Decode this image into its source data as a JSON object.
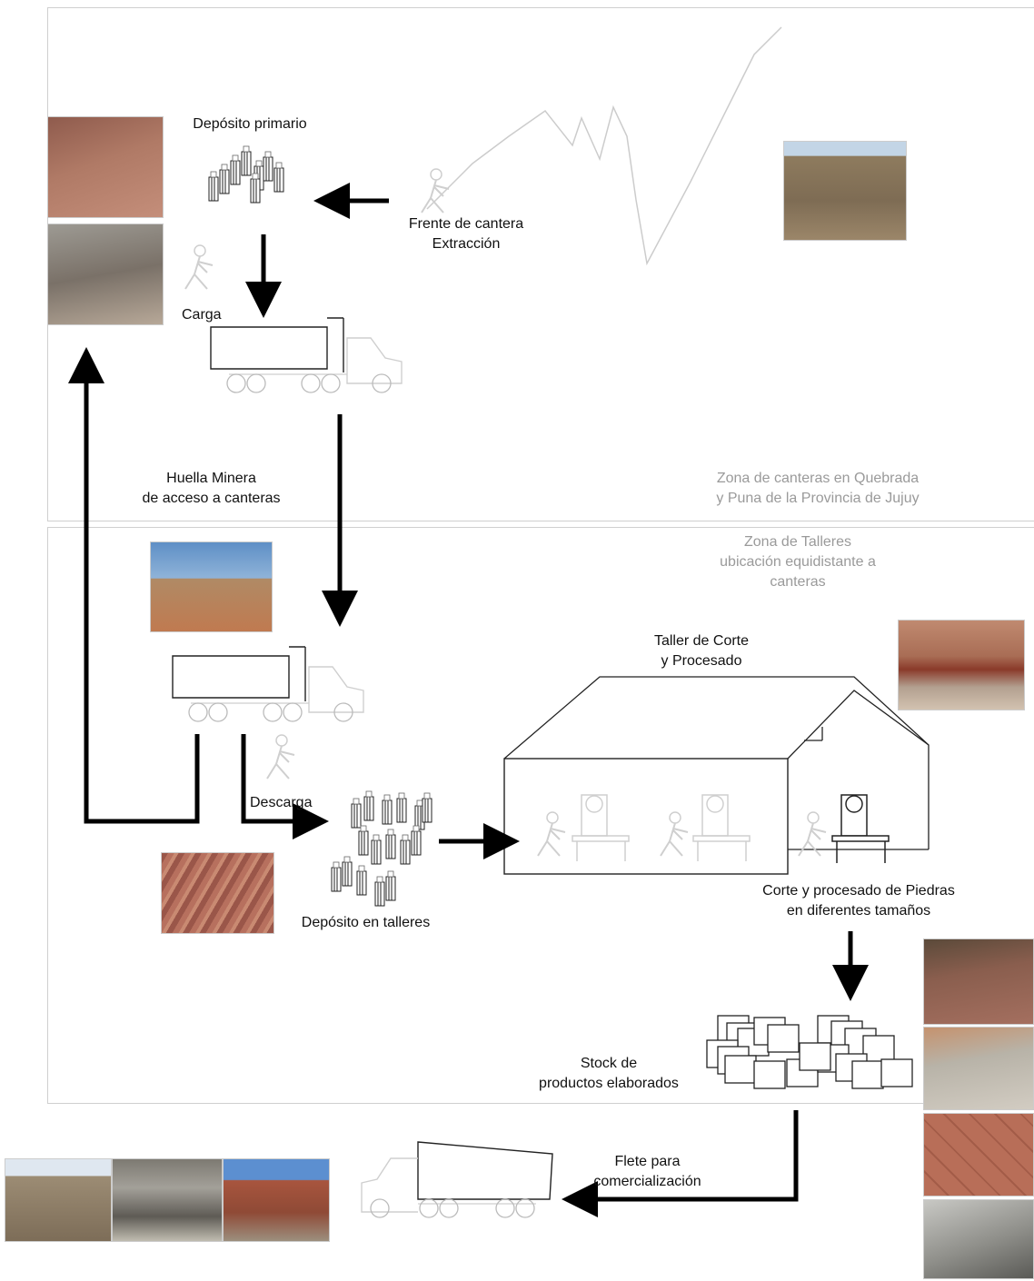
{
  "zones": {
    "quarry": {
      "line1": "Zona de canteras en Quebrada",
      "line2": "y Puna de la Provincia de Jujuy"
    },
    "workshops": {
      "line1": "Zona de Talleres",
      "line2": "ubicación equidistante a",
      "line3": "canteras"
    }
  },
  "labels": {
    "primary_deposit": "Depósito primario",
    "quarry_front_1": "Frente de cantera",
    "quarry_front_2": "Extracción",
    "load": "Carga",
    "mining_track_1": "Huella Minera",
    "mining_track_2": "de acceso a canteras",
    "unload": "Descarga",
    "workshop_deposit": "Depósito en talleres",
    "cutting_workshop_1": "Taller de Corte",
    "cutting_workshop_2": "y Procesado",
    "cutting_process_1": "Corte y procesado de Piedras",
    "cutting_process_2": "en diferentes tamaños",
    "stock_1": "Stock de",
    "stock_2": "productos elaborados",
    "freight_1": "Flete para",
    "freight_2": "comercialización"
  },
  "colors": {
    "arrow": "#000000",
    "zone_border": "#cfcfcf",
    "faint": "#bdbdbd",
    "photo_rock": "#a86a55",
    "photo_sky": "#6a9ccc"
  }
}
